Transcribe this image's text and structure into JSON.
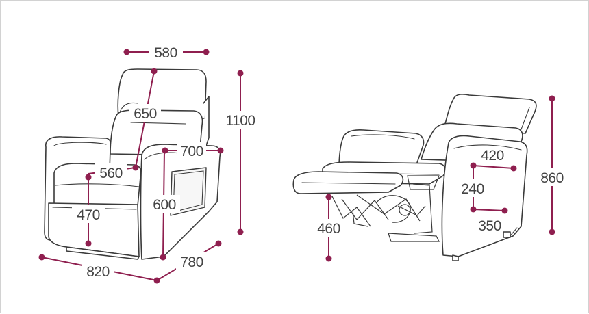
{
  "accent_color": "#8f1f4f",
  "outline_color": "#3a3a3a",
  "left_view": {
    "width_top": "580",
    "backrest_height": "650",
    "total_height": "1100",
    "arm_depth": "700",
    "seat_depth": "560",
    "arm_height": "600",
    "seat_height": "470",
    "overall_width": "820",
    "overall_depth": "780"
  },
  "right_view": {
    "pocket_width": "420",
    "pocket_height": "240",
    "pocket_bottom_width": "350",
    "reclined_height": "860",
    "footrest_height": "460"
  }
}
